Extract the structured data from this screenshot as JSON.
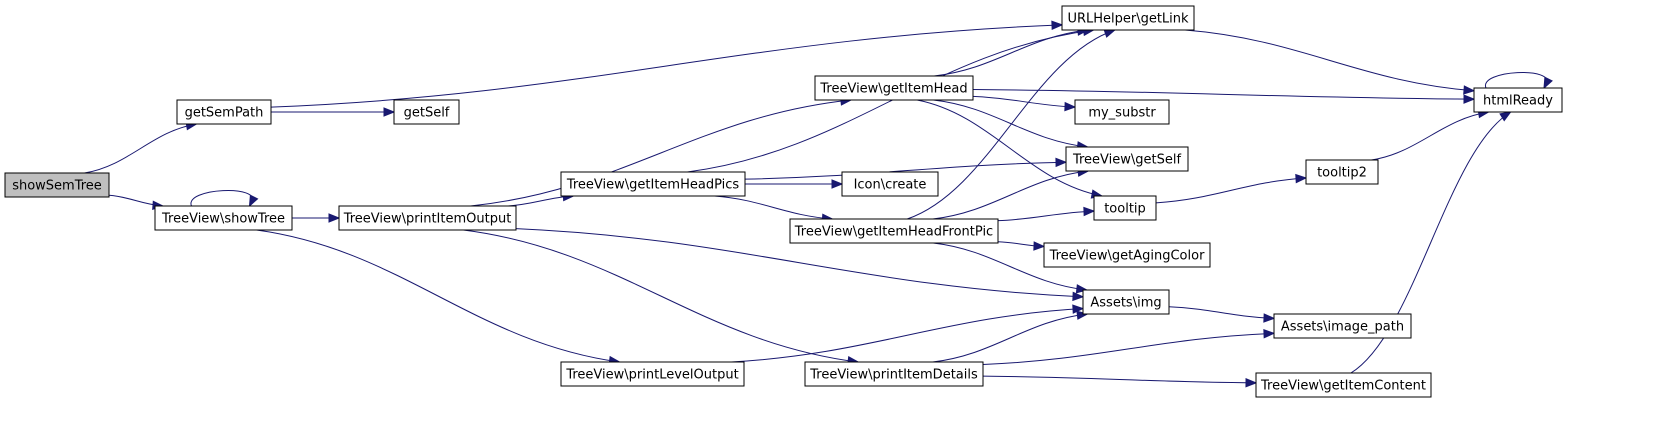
{
  "graph": {
    "edge_color": "#191970",
    "root_fill": "#bfbfbf",
    "nodes": {
      "showSemTree": "showSemTree",
      "getSemPath": "getSemPath",
      "getSelf": "getSelf",
      "showTree": "TreeView\\showTree",
      "printItemOutput": "TreeView\\printItemOutput",
      "printLevelOutput": "TreeView\\printLevelOutput",
      "getItemHeadPics": "TreeView\\getItemHeadPics",
      "getItemHead": "TreeView\\getItemHead",
      "getItemHeadFrontPic": "TreeView\\getItemHeadFrontPic",
      "printItemDetails": "TreeView\\printItemDetails",
      "iconCreate": "Icon\\create",
      "urlGetLink": "URLHelper\\getLink",
      "mySubstr": "my_substr",
      "tvGetSelf": "TreeView\\getSelf",
      "tooltip": "tooltip",
      "getAgingColor": "TreeView\\getAgingColor",
      "assetsImg": "Assets\\img",
      "tooltip2": "tooltip2",
      "assetsImagePath": "Assets\\image_path",
      "getItemContent": "TreeView\\getItemContent",
      "htmlReady": "htmlReady"
    },
    "edges": [
      [
        "showSemTree",
        "getSemPath"
      ],
      [
        "showSemTree",
        "showTree"
      ],
      [
        "getSemPath",
        "getSelf"
      ],
      [
        "getSemPath",
        "urlGetLink"
      ],
      [
        "showTree",
        "showTree"
      ],
      [
        "showTree",
        "printItemOutput"
      ],
      [
        "showTree",
        "printLevelOutput"
      ],
      [
        "printItemOutput",
        "getItemHeadPics"
      ],
      [
        "printItemOutput",
        "getItemHead"
      ],
      [
        "printItemOutput",
        "assetsImg"
      ],
      [
        "printItemOutput",
        "printItemDetails"
      ],
      [
        "printLevelOutput",
        "assetsImg"
      ],
      [
        "getItemHeadPics",
        "urlGetLink"
      ],
      [
        "getItemHeadPics",
        "iconCreate"
      ],
      [
        "getItemHeadPics",
        "tvGetSelf"
      ],
      [
        "getItemHeadPics",
        "getItemHeadFrontPic"
      ],
      [
        "getItemHead",
        "urlGetLink"
      ],
      [
        "getItemHead",
        "htmlReady"
      ],
      [
        "getItemHead",
        "mySubstr"
      ],
      [
        "getItemHead",
        "tvGetSelf"
      ],
      [
        "getItemHead",
        "tooltip"
      ],
      [
        "getItemHeadFrontPic",
        "urlGetLink"
      ],
      [
        "getItemHeadFrontPic",
        "tvGetSelf"
      ],
      [
        "getItemHeadFrontPic",
        "tooltip"
      ],
      [
        "getItemHeadFrontPic",
        "getAgingColor"
      ],
      [
        "getItemHeadFrontPic",
        "assetsImg"
      ],
      [
        "printItemDetails",
        "assetsImg"
      ],
      [
        "printItemDetails",
        "assetsImagePath"
      ],
      [
        "printItemDetails",
        "getItemContent"
      ],
      [
        "urlGetLink",
        "htmlReady"
      ],
      [
        "tooltip",
        "tooltip2"
      ],
      [
        "tooltip2",
        "htmlReady"
      ],
      [
        "assetsImg",
        "assetsImagePath"
      ],
      [
        "getItemContent",
        "htmlReady"
      ],
      [
        "htmlReady",
        "htmlReady"
      ]
    ]
  }
}
